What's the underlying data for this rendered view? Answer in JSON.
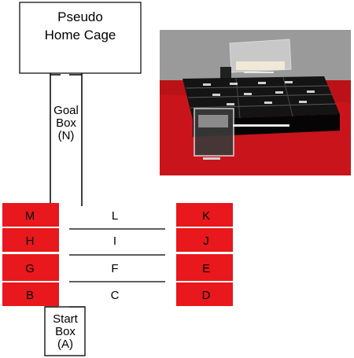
{
  "home_cage": {
    "line1": "Pseudo",
    "line2": "Home Cage"
  },
  "goal_box": {
    "line1": "Goal",
    "line2": "Box",
    "line3": "(N)"
  },
  "start_box": {
    "line1": "Start",
    "line2": "Box",
    "line3": "(A)"
  },
  "maze": {
    "rows": [
      {
        "left": "M",
        "center": "L",
        "right": "K"
      },
      {
        "left": "H",
        "center": "I",
        "right": "J"
      },
      {
        "left": "G",
        "center": "F",
        "right": "E"
      },
      {
        "left": "B",
        "center": "C",
        "right": "D"
      }
    ]
  },
  "colors": {
    "red_cell": "#e8181c",
    "line": "#000000",
    "photo_red": "#c8141a",
    "photo_wall": "#9a9a9a",
    "photo_maze": "#141414"
  }
}
